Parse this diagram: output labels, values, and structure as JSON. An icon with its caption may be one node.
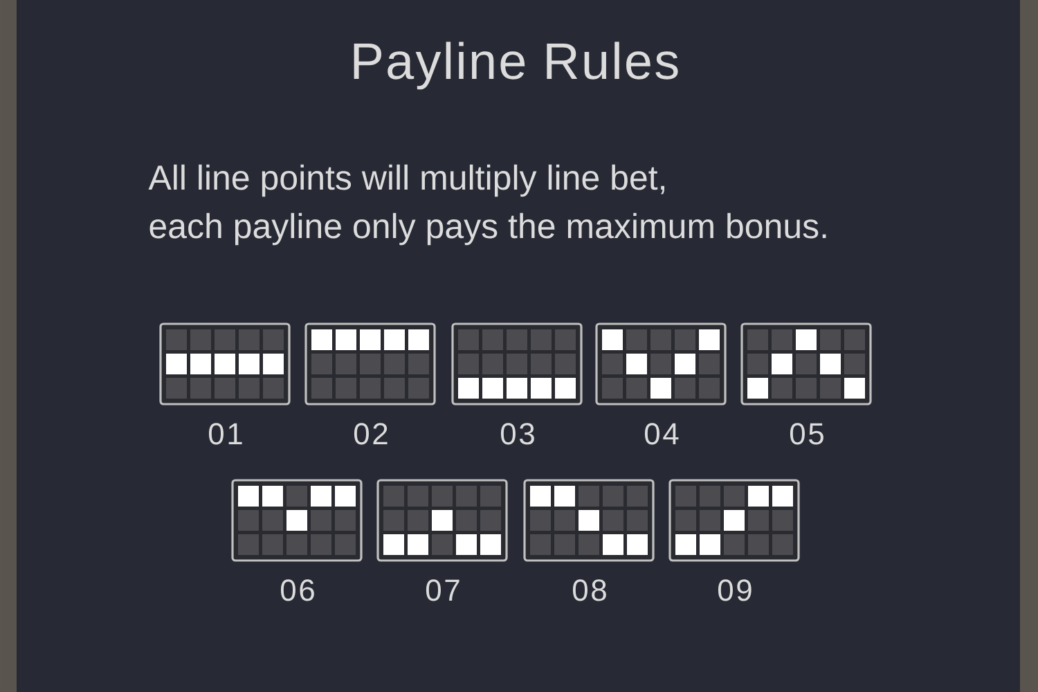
{
  "diagram": {
    "title": "Payline Rules",
    "labels": [
      "All line points will multiply line bet,",
      "each payline only pays the maximum bonus.",
      "01",
      "02",
      "03",
      "04",
      "05",
      "06",
      "07",
      "08",
      "09"
    ]
  }
}
